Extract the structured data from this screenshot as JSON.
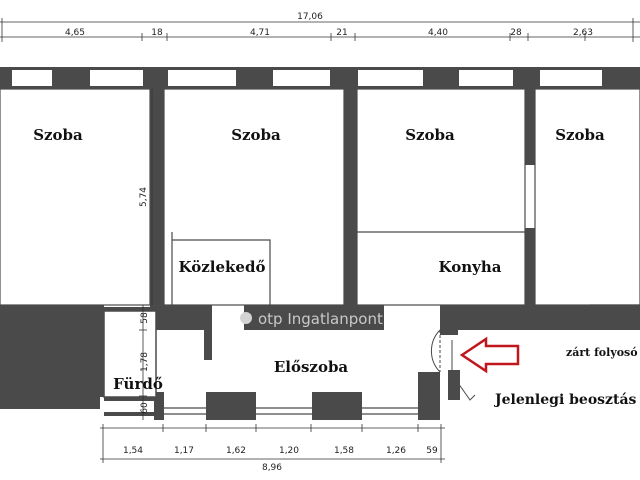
{
  "dimensions": {
    "top_total": "17,06",
    "top_segments": [
      "4,65",
      "18",
      "4,71",
      "21",
      "4,40",
      "28",
      "2,63"
    ],
    "vertical_room": "5,74",
    "left_segments": [
      "58",
      "1,78",
      "60"
    ],
    "bottom_segments": [
      "1,54",
      "1,17",
      "1,62",
      "1,20",
      "1,58",
      "1,26",
      "59"
    ],
    "bottom_total": "8,96"
  },
  "rooms": {
    "szoba_1": "Szoba",
    "szoba_2": "Szoba",
    "szoba_3": "Szoba",
    "szoba_4": "Szoba",
    "kozlekedo": "Közlekedő",
    "konyha": "Konyha",
    "furdo": "Fürdő",
    "eloszoba": "Előszoba"
  },
  "labels": {
    "zart_folyoso": "zárt folyosó",
    "jelenlegi": "Jelenlegi beosztás"
  },
  "watermark": "otp Ingatlanpont",
  "colors": {
    "wall": "#4a4a4a",
    "arrow": "#c0161c"
  }
}
